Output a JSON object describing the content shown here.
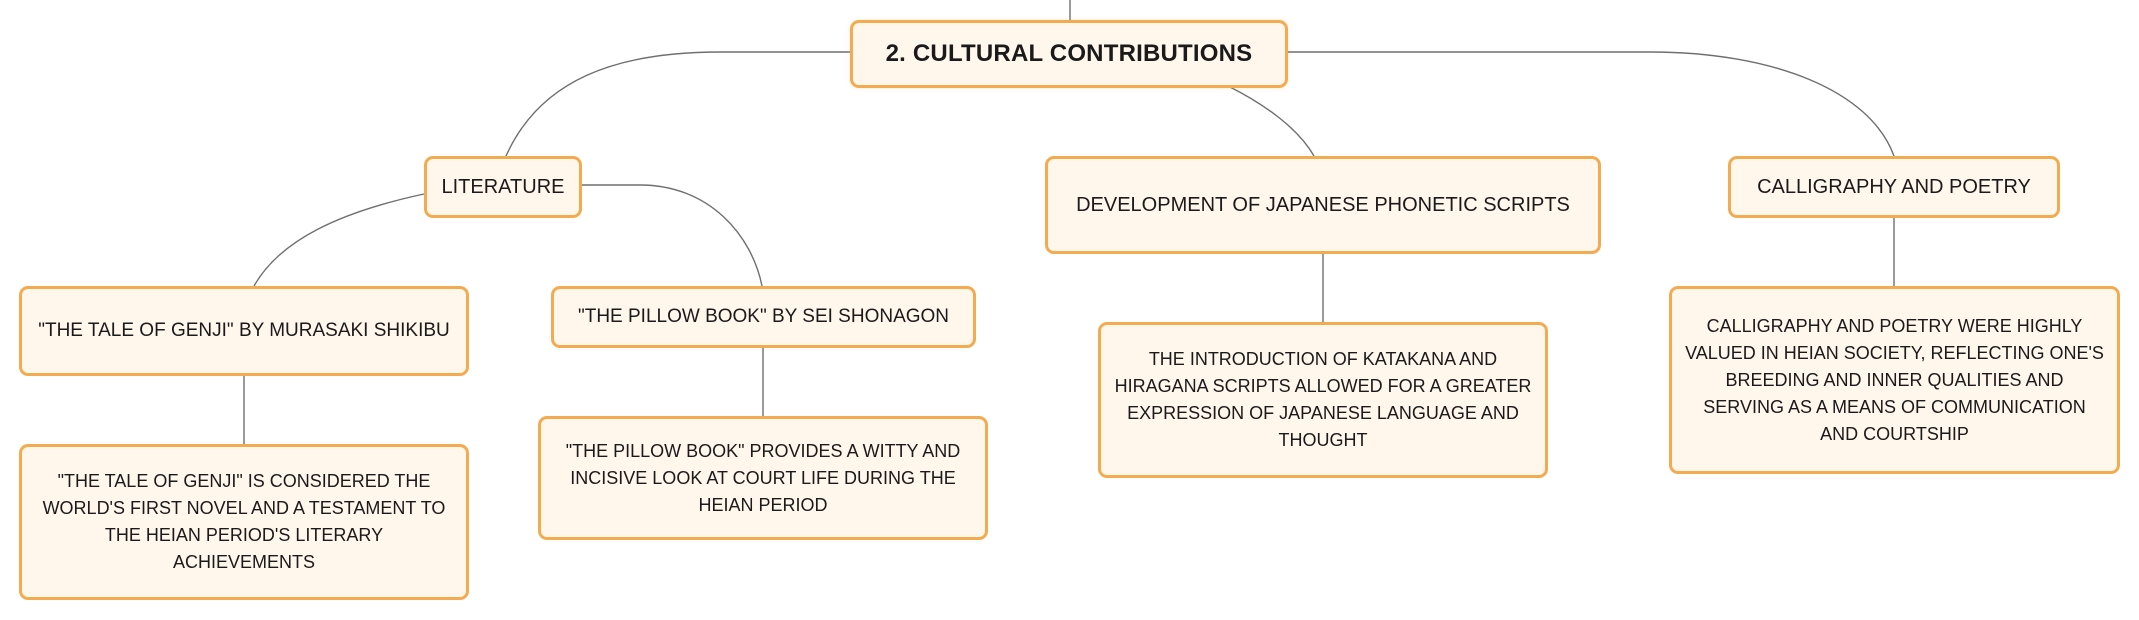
{
  "root": {
    "label": "2. CULTURAL CONTRIBUTIONS"
  },
  "literature": {
    "label": "LITERATURE",
    "genji": {
      "label": "\"THE TALE OF GENJI\" BY MURASAKI SHIKIBU",
      "detail": "\"THE TALE OF GENJI\" IS CONSIDERED THE WORLD'S FIRST NOVEL AND A TESTAMENT TO THE HEIAN PERIOD'S LITERARY ACHIEVEMENTS"
    },
    "pillow": {
      "label": "\"THE PILLOW BOOK\" BY SEI SHONAGON",
      "detail": "\"THE PILLOW BOOK\" PROVIDES A WITTY AND INCISIVE LOOK AT COURT LIFE DURING THE HEIAN PERIOD"
    }
  },
  "scripts": {
    "label": "DEVELOPMENT OF JAPANESE PHONETIC SCRIPTS",
    "detail": "THE INTRODUCTION OF KATAKANA AND HIRAGANA SCRIPTS ALLOWED FOR A GREATER EXPRESSION OF JAPANESE LANGUAGE AND THOUGHT"
  },
  "calligraphy": {
    "label": "CALLIGRAPHY AND POETRY",
    "detail": "CALLIGRAPHY AND POETRY WERE HIGHLY VALUED IN HEIAN SOCIETY, REFLECTING ONE'S BREEDING AND INNER QUALITIES AND SERVING AS A MEANS OF COMMUNICATION AND COURTSHIP"
  },
  "colors": {
    "node_border": "#f4ab4f",
    "node_fill": "#fff6ec",
    "connector": "#6f6f6f",
    "text": "#1a1a1a"
  }
}
